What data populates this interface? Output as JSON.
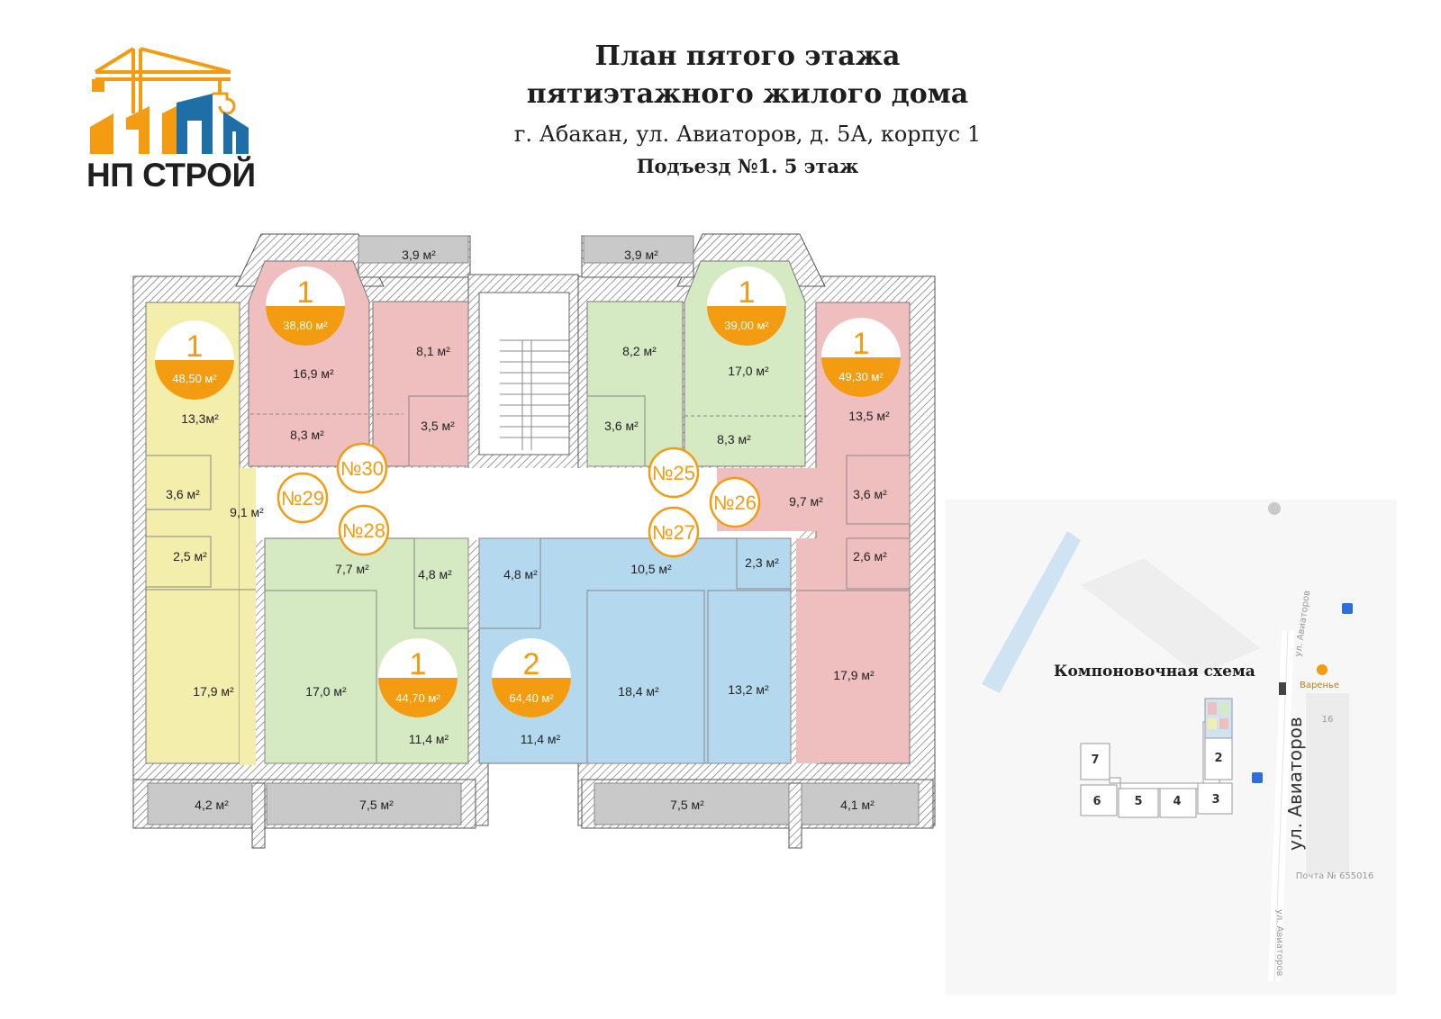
{
  "header": {
    "title_line1": "План пятого этажа",
    "title_line2": "пятиэтажного жилого дома",
    "address": "г. Абакан, ул. Авиаторов, д. 5А, корпус 1",
    "entrance": "Подъезд №1. 5 этаж"
  },
  "logo": {
    "text": "НП СТРОЙ",
    "colors": {
      "orange": "#f39c12",
      "blue": "#1e6fa8"
    }
  },
  "colors": {
    "yellow": "#f4eeac",
    "pink": "#efbfc0",
    "green": "#d5e9c3",
    "blue": "#b4d9ef",
    "balcony": "#c9c9c9",
    "wall": "#555555",
    "accent": "#f39c12"
  },
  "apartments": [
    {
      "no": "№29",
      "rooms": "1",
      "area": "48,50 м²"
    },
    {
      "no": "№30",
      "rooms": "1",
      "area": "38,80 м²"
    },
    {
      "no": "№25",
      "rooms": "1",
      "area": "39,00 м²"
    },
    {
      "no": "№26",
      "rooms": "1",
      "area": "49,30 м²"
    },
    {
      "no": "№28",
      "rooms": "1",
      "area": "44,70 м²"
    },
    {
      "no": "№27",
      "rooms": "2",
      "area": "64,40 м²"
    }
  ],
  "rooms": {
    "b_tl": "3,9 м²",
    "b_tr": "3,9 м²",
    "a30_r1": "16,9 м²",
    "a30_r2": "8,1 м²",
    "a30_r3": "8,3 м²",
    "a30_r4": "3,5 м²",
    "a29_r1": "13,3м²",
    "a29_r2": "3,6 м²",
    "a29_r3": "9,1 м²",
    "a29_r4": "2,5 м²",
    "a29_r5": "17,9 м²",
    "a25_r1": "8,2 м²",
    "a25_r2": "17,0 м²",
    "a25_r3": "3,6 м²",
    "a25_r4": "8,3 м²",
    "a26_r1": "13,5 м²",
    "a26_r2": "9,7 м²",
    "a26_r3": "3,6 м²",
    "a26_r4": "2,6 м²",
    "a26_r5": "17,9 м²",
    "a28_r1": "7,7 м²",
    "a28_r2": "4,8 м²",
    "a28_r3": "17,0 м²",
    "a28_r4": "11,4 м²",
    "a27_r1": "4,8 м²",
    "a27_r2": "10,5 м²",
    "a27_r3": "2,3 м²",
    "a27_r4": "11,4 м²",
    "a27_r5": "18,4 м²",
    "a27_r6": "13,2 м²",
    "b_bl": "4,2 м²",
    "b_bm1": "7,5 м²",
    "b_bm2": "7,5 м²",
    "b_br": "4,1 м²"
  },
  "schema": {
    "title": "Компоновочная схема",
    "sections": [
      "7",
      "6",
      "5",
      "4",
      "3",
      "2"
    ],
    "street_main": "ул. Авиаторов",
    "street_small_top": "ул. Авиаторов",
    "street_small_bottom": "ул. Авиаторов",
    "poi_cafe": "Варенье",
    "poi_house": "16",
    "poi_post": "Почта № 655016"
  }
}
